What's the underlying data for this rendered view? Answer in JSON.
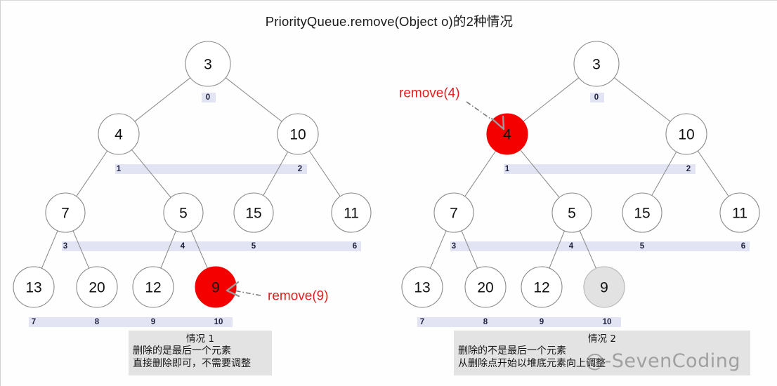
{
  "page": {
    "title": "PriorityQueue.remove(Object o)的2种情况",
    "background": "#fefefe",
    "accent_red": "#f40000",
    "index_bar_color": "#e2e4f4",
    "gray_node_color": "#e2e2e2"
  },
  "watermark": {
    "text": "@-SevenCoding"
  },
  "diagrams": [
    {
      "id": "case-1",
      "nodes": [
        {
          "label": "3",
          "index": "0",
          "state": "normal"
        },
        {
          "label": "4",
          "index": "1",
          "state": "normal"
        },
        {
          "label": "10",
          "index": "2",
          "state": "normal"
        },
        {
          "label": "7",
          "index": "3",
          "state": "normal"
        },
        {
          "label": "5",
          "index": "4",
          "state": "normal"
        },
        {
          "label": "15",
          "index": "5",
          "state": "normal"
        },
        {
          "label": "11",
          "index": "6",
          "state": "normal"
        },
        {
          "label": "13",
          "index": "7",
          "state": "normal"
        },
        {
          "label": "20",
          "index": "8",
          "state": "normal"
        },
        {
          "label": "12",
          "index": "9",
          "state": "normal"
        },
        {
          "label": "9",
          "index": "10",
          "state": "highlight-red"
        }
      ],
      "annotation": {
        "text": "remove(9)",
        "target_index": "10",
        "side": "right"
      },
      "caption": {
        "title": "情况 1",
        "lines": [
          "删除的是最后一个元素",
          "直接删除即可，不需要调整"
        ]
      }
    },
    {
      "id": "case-2",
      "nodes": [
        {
          "label": "3",
          "index": "0",
          "state": "normal"
        },
        {
          "label": "4",
          "index": "1",
          "state": "highlight-red"
        },
        {
          "label": "10",
          "index": "2",
          "state": "normal"
        },
        {
          "label": "7",
          "index": "3",
          "state": "normal"
        },
        {
          "label": "5",
          "index": "4",
          "state": "normal"
        },
        {
          "label": "15",
          "index": "5",
          "state": "normal"
        },
        {
          "label": "11",
          "index": "6",
          "state": "normal"
        },
        {
          "label": "13",
          "index": "7",
          "state": "normal"
        },
        {
          "label": "20",
          "index": "8",
          "state": "normal"
        },
        {
          "label": "12",
          "index": "9",
          "state": "normal"
        },
        {
          "label": "9",
          "index": "10",
          "state": "highlight-gray"
        }
      ],
      "annotation": {
        "text": "remove(4)",
        "target_index": "1",
        "side": "left"
      },
      "caption": {
        "title": "情况 2",
        "lines": [
          "删除的不是最后一个元素",
          "从删除点开始以堆底元素向上调整"
        ]
      }
    }
  ]
}
